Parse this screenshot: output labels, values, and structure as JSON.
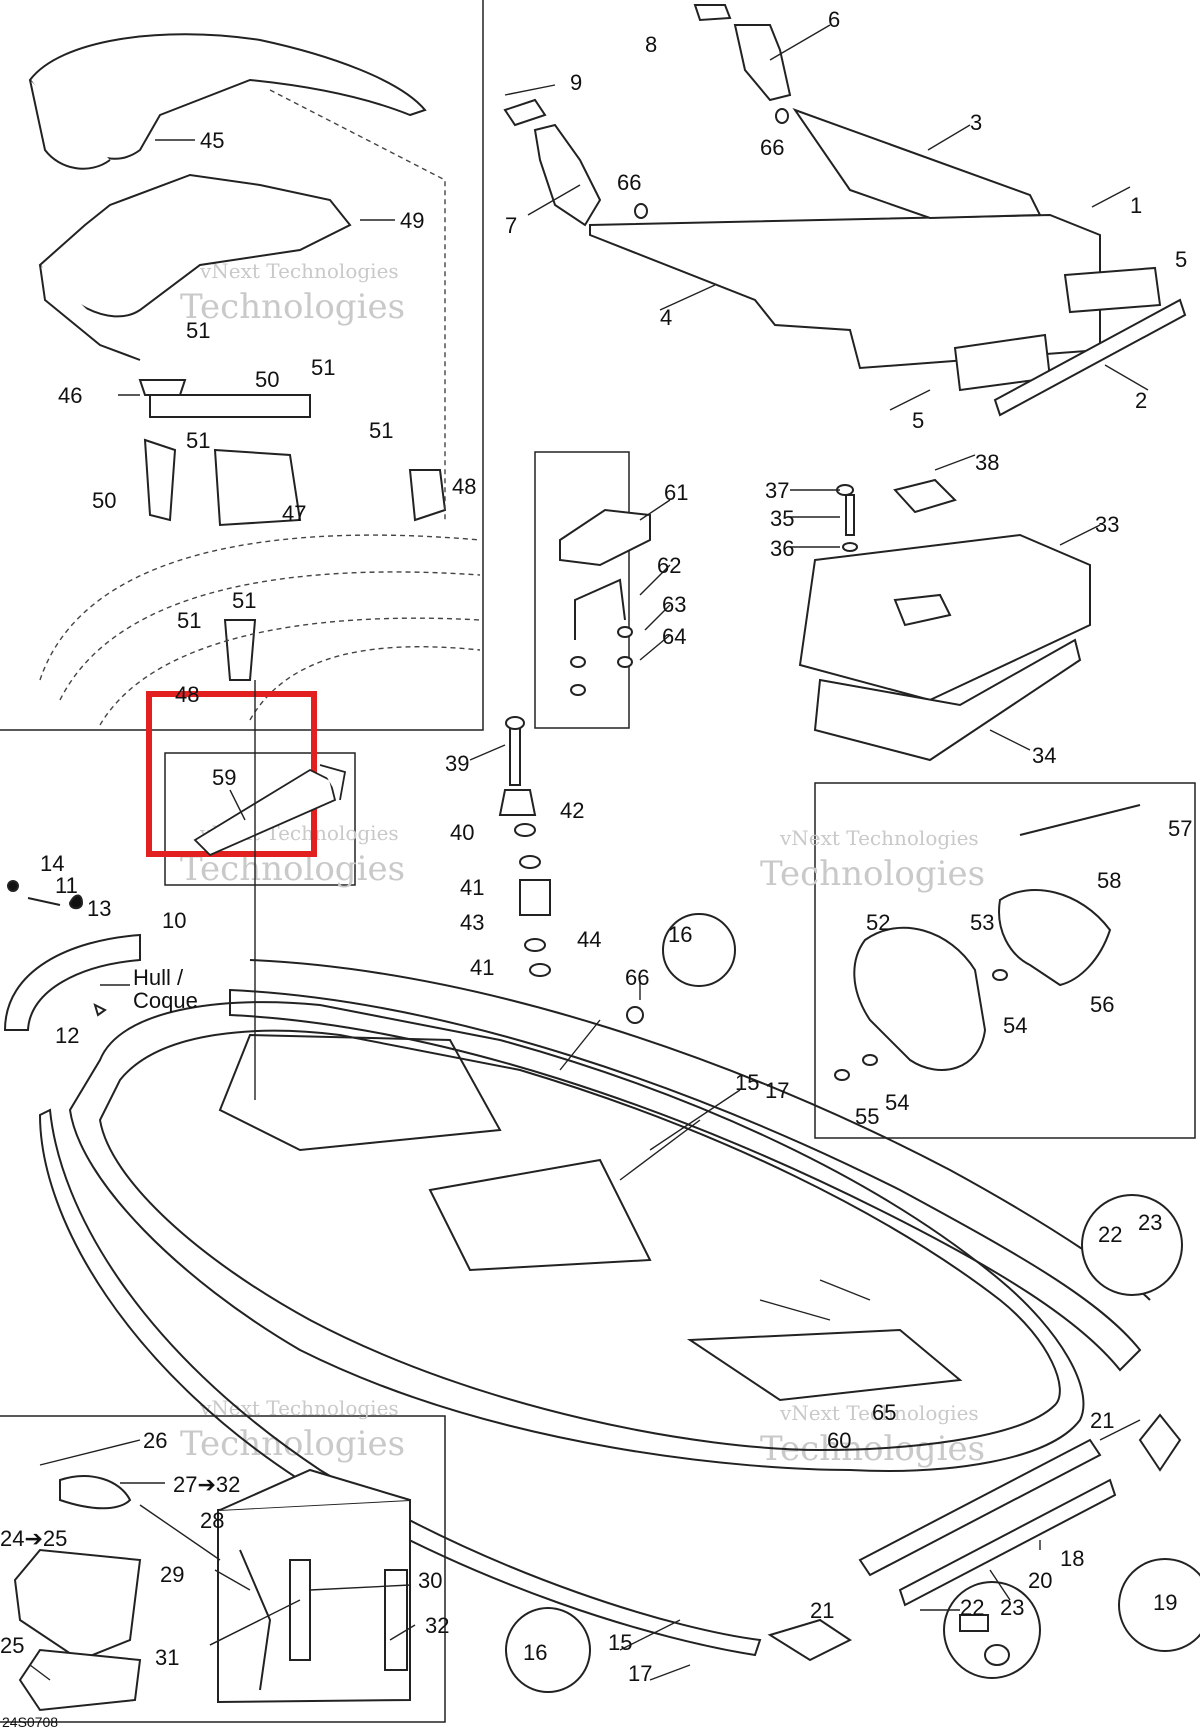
{
  "watermark": {
    "line1": "vNext Technologies",
    "line2": "Technologies"
  },
  "drawing_ref": "24S0708",
  "hull_label": {
    "line1": "Hull /",
    "line2": "Coque"
  },
  "callouts": [
    "1",
    "2",
    "3",
    "4",
    "5",
    "5",
    "6",
    "7",
    "8",
    "9",
    "66",
    "66",
    "45",
    "49",
    "46",
    "50",
    "50",
    "51",
    "51",
    "51",
    "51",
    "51",
    "51",
    "47",
    "48",
    "48",
    "61",
    "62",
    "63",
    "64",
    "37",
    "35",
    "36",
    "38",
    "33",
    "34",
    "59",
    "39",
    "40",
    "42",
    "41",
    "43",
    "41",
    "44",
    "14",
    "11",
    "13",
    "10",
    "12",
    "16",
    "66",
    "15",
    "17",
    "57",
    "58",
    "52",
    "53",
    "56",
    "54",
    "55",
    "54",
    "22",
    "23",
    "21",
    "65",
    "60",
    "26",
    "27➔32",
    "28",
    "24➔25",
    "29",
    "30",
    "31",
    "32",
    "25",
    "15",
    "17",
    "16",
    "21",
    "22",
    "23",
    "20",
    "18",
    "19"
  ],
  "highlight": {
    "target": "59",
    "color": "#e32020"
  }
}
